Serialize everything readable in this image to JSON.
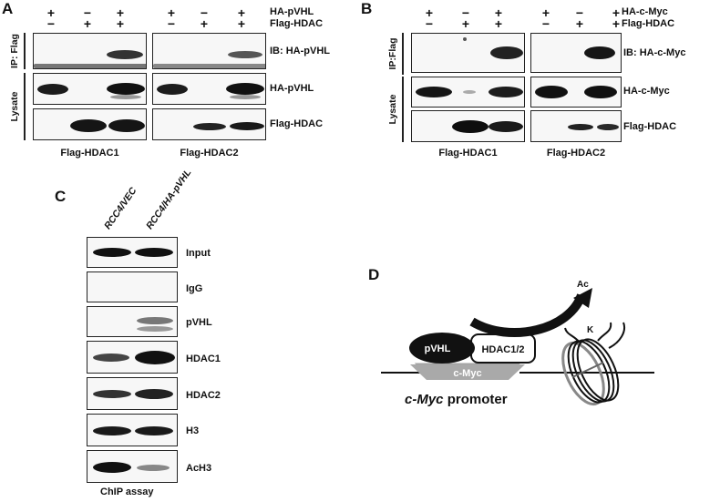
{
  "panels": {
    "a": "A",
    "b": "B",
    "c": "C",
    "d": "D"
  },
  "panel_a": {
    "conditions": [
      {
        "label": "HA-pVHL",
        "signs": [
          "+",
          "−",
          "+",
          "+",
          "−",
          "+"
        ]
      },
      {
        "label": "Flag-HDAC",
        "signs": [
          "−",
          "+",
          "+",
          "−",
          "+",
          "+"
        ]
      }
    ],
    "ip_label": "IP: Flag",
    "lysate_label": "Lysate",
    "rows": [
      {
        "label": "IB: HA-pVHL"
      },
      {
        "label": "HA-pVHL"
      },
      {
        "label": "Flag-HDAC"
      }
    ],
    "groups": [
      "Flag-HDAC1",
      "Flag-HDAC2"
    ]
  },
  "panel_b": {
    "conditions": [
      {
        "label": "HA-c-Myc",
        "signs": [
          "+",
          "−",
          "+",
          "+",
          "−",
          "+"
        ]
      },
      {
        "label": "Flag-HDAC",
        "signs": [
          "−",
          "+",
          "+",
          "−",
          "+",
          "+"
        ]
      }
    ],
    "ip_label": "IP:Flag",
    "lysate_label": "Lysate",
    "rows": [
      {
        "label": "IB: HA-c-Myc"
      },
      {
        "label": "HA-c-Myc"
      },
      {
        "label": "Flag-HDAC"
      }
    ],
    "groups": [
      "Flag-HDAC1",
      "Flag-HDAC2"
    ]
  },
  "panel_c": {
    "columns": [
      "RCC4/VEC",
      "RCC4/HA-pVHL"
    ],
    "rows": [
      "Input",
      "IgG",
      "pVHL",
      "HDAC1",
      "HDAC2",
      "H3",
      "AcH3"
    ],
    "footer": "ChIP assay"
  },
  "panel_d": {
    "pvhl": "pVHL",
    "hdac": "HDAC1/2",
    "cmyc": "c-Myc",
    "ac": "Ac",
    "k": "K",
    "promoter_gene": "c-Myc",
    "promoter_word": " promoter"
  }
}
